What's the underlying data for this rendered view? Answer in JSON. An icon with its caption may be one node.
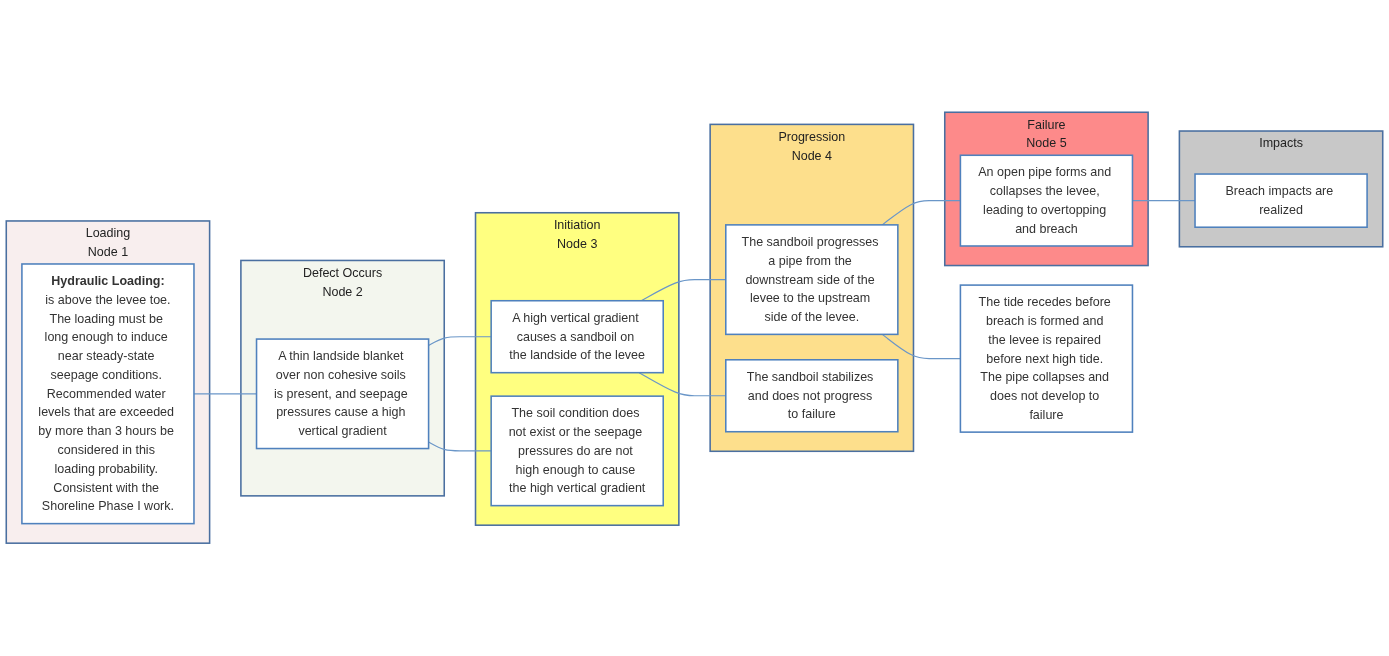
{
  "diagram": {
    "nodes": [
      {
        "text": [
          "Loading",
          "Node 1"
        ]
      },
      {
        "text": [
          "Hydraulic Loading:",
          "is above the levee toe.",
          "The loading must be long enough to induce near steady-state seepage conditions. Recommended water levels that are exceeded by more than 3 hours be considered in this loading probability. Consistent with the Shoreline Phase I work."
        ],
        "in": 0
      },
      {
        "text": [
          "Defect Occurs",
          "Node 2"
        ]
      },
      {
        "text": [
          "A thin landside blanket over non cohesive soils is present, and seepage pressures cause a high vertical gradient"
        ],
        "in": 2
      },
      {
        "text": [
          "Initiation",
          "Node 3"
        ]
      },
      {
        "text": [
          "A high vertical gradient causes a sandboil on the landside of the levee"
        ],
        "in": 4
      },
      {
        "text": [
          "The soil condition does not exist or the seepage pressures do are not high enough to cause the high vertical gradient"
        ],
        "in": 4
      },
      {
        "text": [
          "Progression",
          "Node 4"
        ]
      },
      {
        "text": [
          "The sandboil progresses a pipe from the downstream side of the levee to the upstream side of the levee."
        ],
        "in": 7
      },
      {
        "text": [
          "The sandboil stabilizes and does not progress to failure"
        ],
        "in": 7
      },
      {
        "text": [
          "Failure",
          "Node 5"
        ]
      },
      {
        "text": [
          "An open pipe forms and collapses the levee, leading to overtopping and breach"
        ],
        "in": 10
      },
      {
        "text": [
          "The tide recedes before breach is formed and the levee is repaired before next high tide. The pipe collapses and does not develop to failure"
        ]
      },
      {
        "text": [
          "Impacts"
        ]
      },
      {
        "text": [
          "Breach impacts are realized"
        ],
        "in": 13
      }
    ],
    "edges": [
      {
        "from": 1,
        "to": 3,
        "arrow": "none"
      },
      {
        "from": 3,
        "to": 5,
        "arrow": "none"
      },
      {
        "from": 3,
        "to": 6,
        "arrow": "none"
      },
      {
        "from": 5,
        "to": 8,
        "arrow": "none"
      },
      {
        "from": 5,
        "to": 9,
        "arrow": "none"
      },
      {
        "from": 8,
        "to": 11,
        "arrow": "none"
      },
      {
        "from": 8,
        "to": 12,
        "arrow": "none"
      },
      {
        "from": 11,
        "to": 14,
        "arrow": "none"
      }
    ]
  }
}
